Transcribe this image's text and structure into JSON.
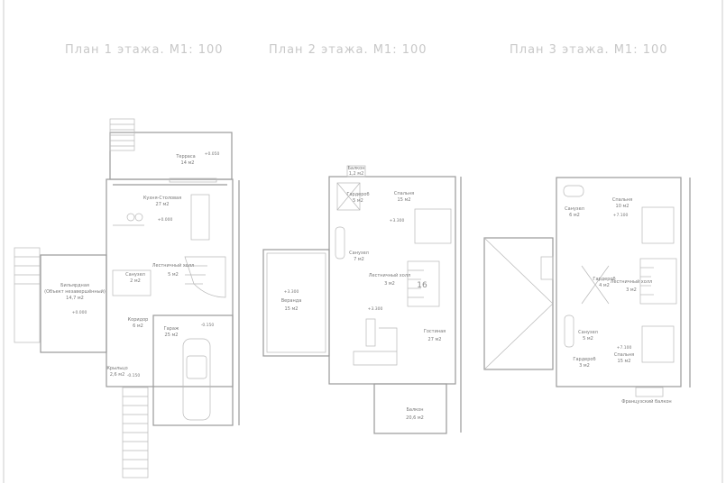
{
  "titles": [
    "План 1 этажа. М1: 100",
    "План 2 этажа. М1: 100",
    "План 3 этажа. М1: 100"
  ],
  "floor1": {
    "terrace": {
      "name": "Терраса",
      "area": "14 м2",
      "level": "+0.050"
    },
    "kitchen": {
      "name": "Кухня-Столовая",
      "area": "27 м2",
      "level": "+0.000"
    },
    "billiard": {
      "name": "Бильярдная",
      "note": "(Объект незавершённый)",
      "area": "14,7 м2",
      "level": "+0.000"
    },
    "wc": {
      "name": "Санузел",
      "area": "2 м2"
    },
    "hall": {
      "name": "Лестничный холл",
      "area": "5 м2"
    },
    "corridor": {
      "name": "Коридор",
      "area": "6 м2"
    },
    "garage": {
      "name": "Гараж",
      "area": "25 м2",
      "level": "-0.150"
    },
    "porch": {
      "name": "Крыльцо",
      "area": "2,6 м2",
      "level": "-0.150"
    }
  },
  "floor2": {
    "balcony_small": {
      "name": "Балкон",
      "area": "1,2 м2"
    },
    "wardrobe": {
      "name": "Гардероб",
      "area": "5 м2"
    },
    "bedroom": {
      "name": "Спальня",
      "area": "15 м2",
      "level": "+3.300"
    },
    "wc": {
      "name": "Санузел",
      "area": "7 м2"
    },
    "hall": {
      "name": "Лестничный холл",
      "area": "3 м2"
    },
    "stairs_count": "16",
    "veranda": {
      "name": "Веранда",
      "area": "15 м2",
      "level": "+3.300"
    },
    "living": {
      "name": "Гостиная",
      "area": "27 м2",
      "level": "+3.300"
    },
    "balcony": {
      "name": "Балкон",
      "area": "20,6 м2"
    }
  },
  "floor3": {
    "bedroom1": {
      "name": "Спальня",
      "area": "10 м2",
      "level": "+7.100"
    },
    "wc1": {
      "name": "Санузел",
      "area": "6 м2"
    },
    "wardrobe1": {
      "name": "Гардероб",
      "area": "4 м2"
    },
    "hall": {
      "name": "Лестничный холл",
      "area": "3 м2"
    },
    "wc2": {
      "name": "Санузел",
      "area": "5 м2"
    },
    "wardrobe2": {
      "name": "Гардероб",
      "area": "3 м2"
    },
    "bedroom2": {
      "name": "Спальня",
      "area": "15 м2",
      "level": "+7.100"
    },
    "french_balcony": "Французский балкон"
  }
}
